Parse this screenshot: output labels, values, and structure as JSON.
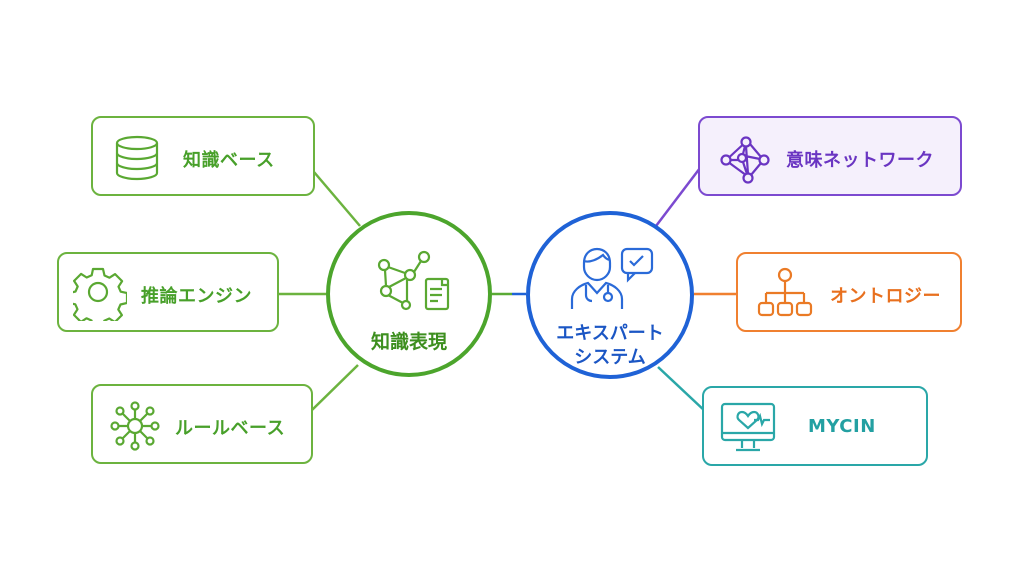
{
  "center_left": {
    "label": "知識表現",
    "color": "#4ca52c"
  },
  "center_right": {
    "label_line1": "エキスパート",
    "label_line2": "システム",
    "color": "#1f62d6"
  },
  "left_nodes": [
    {
      "label": "知識ベース",
      "icon": "database-icon"
    },
    {
      "label": "推論エンジン",
      "icon": "gear-icon"
    },
    {
      "label": "ルールベース",
      "icon": "network-hub-icon"
    }
  ],
  "right_nodes": [
    {
      "label": "意味ネットワーク",
      "icon": "semantic-network-icon",
      "color": "#6a35c2"
    },
    {
      "label": "オントロジー",
      "icon": "hierarchy-icon",
      "color": "#e8701f"
    },
    {
      "label": "MYCIN",
      "icon": "heart-monitor-icon",
      "color": "#23a0a2"
    }
  ]
}
